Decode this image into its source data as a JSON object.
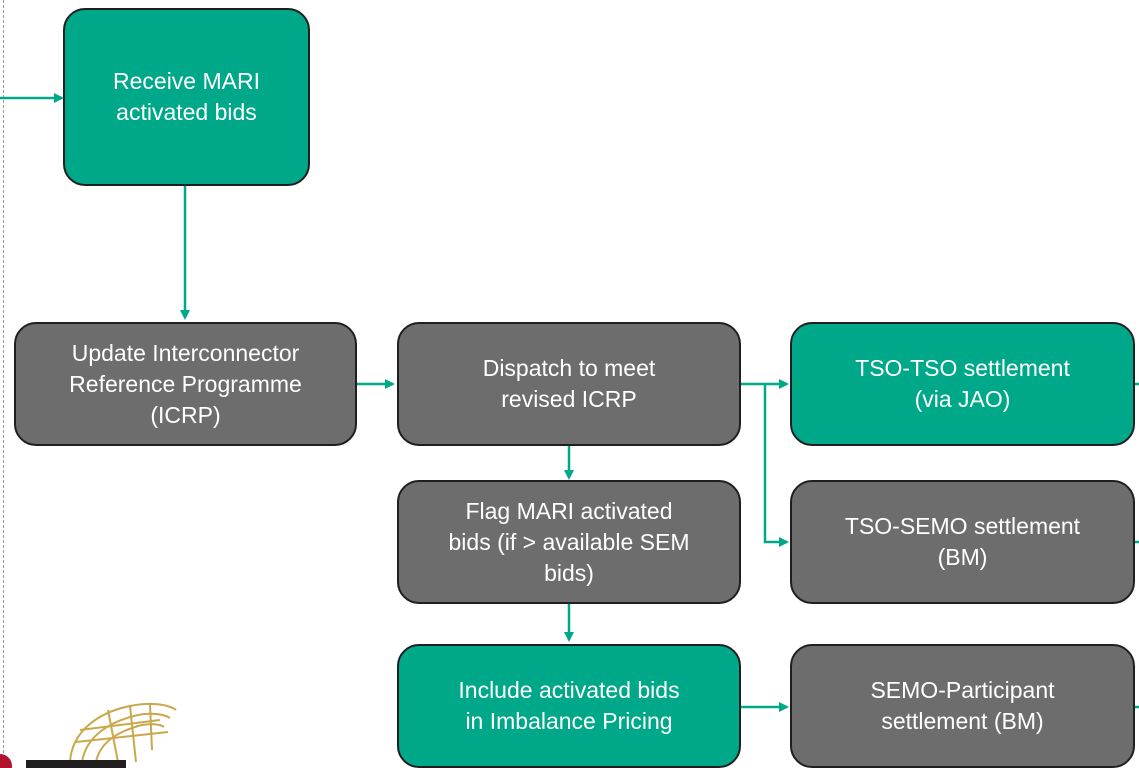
{
  "diagram": {
    "nodes": {
      "receive_mari": "Receive MARI\nactivated bids",
      "update_icrp": "Update Interconnector\nReference Programme\n(ICRP)",
      "dispatch_icrp": "Dispatch to meet\nrevised ICRP",
      "flag_mari": "Flag MARI activated\nbids (if > available SEM\nbids)",
      "include_bids": "Include activated bids\nin Imbalance Pricing",
      "tso_tso": "TSO-TSO settlement\n(via JAO)",
      "tso_semo": "TSO-SEMO settlement\n(BM)",
      "semo_participant": "SEMO-Participant\nsettlement (BM)"
    },
    "colors": {
      "green": "#00a88a",
      "grey": "#6d6d6d",
      "connector": "#00a88a",
      "logo_gold": "#c9a84c",
      "logo_red": "#b3122e"
    }
  }
}
